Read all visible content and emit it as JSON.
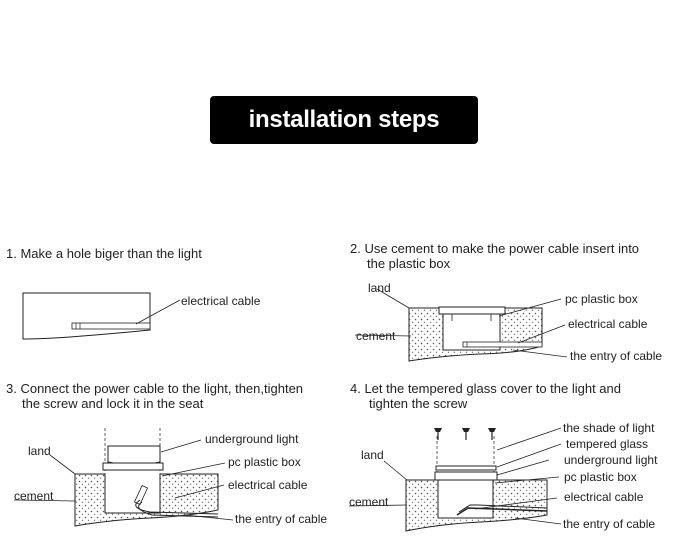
{
  "title": "installation steps",
  "steps": [
    {
      "text_line1": "1. Make a hole biger than the light",
      "labels": {
        "cable": "electrical cable"
      }
    },
    {
      "text_line1": "2. Use cement to make the power cable insert into",
      "text_line2": "the plastic box",
      "labels": {
        "land": "land",
        "cement": "cement",
        "box": "pc plastic box",
        "cable": "electrical cable",
        "entry": "the entry of cable"
      }
    },
    {
      "text_line1": "3. Connect the power cable to the light, then,tighten",
      "text_line2": "the screw and lock it in the seat",
      "labels": {
        "light": "underground  light",
        "land": "land",
        "box": "pc plastic box",
        "cement": "cement",
        "cable": "electrical cable",
        "entry": "the entry of cable"
      }
    },
    {
      "text_line1": "4. Let the tempered glass cover to the light and",
      "text_line2": "tighten the screw",
      "labels": {
        "shade": "the shade of light",
        "glass": "tempered glass",
        "light": "underground  light",
        "land": "land",
        "box": "pc plastic box",
        "cement": "cement",
        "cable": "electrical cable",
        "entry": "the entry of cable"
      }
    }
  ]
}
